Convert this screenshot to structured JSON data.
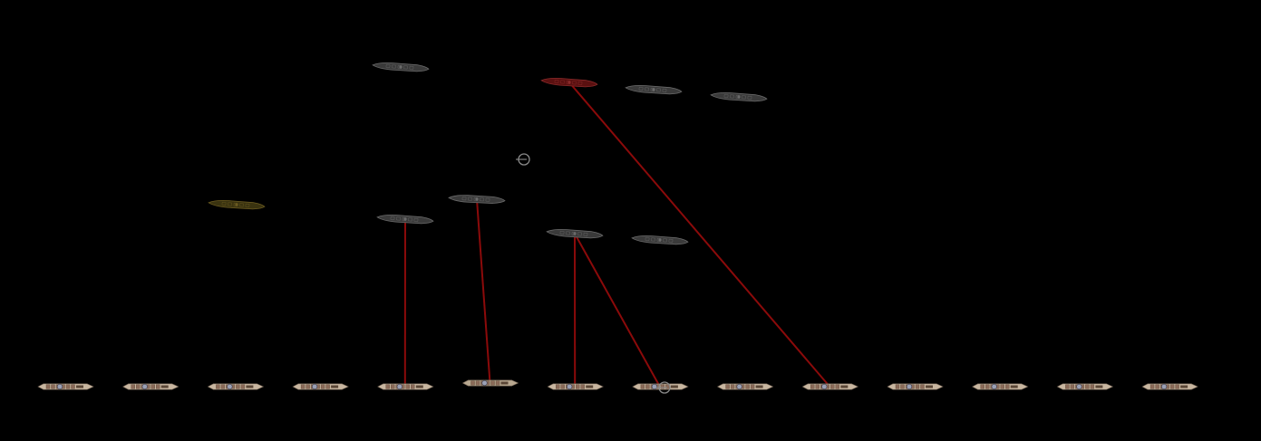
{
  "scene": {
    "background": "#000000"
  },
  "colors": {
    "player_hull": "#c8b6a0",
    "player_hull_dark": "#5a4636",
    "player_deck": "#8a6a58",
    "enemy_hull": "#3a3a3a",
    "enemy_hull_edge": "#6a6a6a",
    "enemy_flagship_hull": "#5a1010",
    "enemy_flagship_edge": "#8a2a2a",
    "enemy_damaged_hull": "#3a3310",
    "enemy_damaged_edge": "#6a5a20",
    "fire_line": "#8b0a0a",
    "reticle": "#8a8a8a"
  },
  "player_fleet": {
    "ship_count": 14,
    "ships": [
      {
        "id": "player-ship-1",
        "state": "idle"
      },
      {
        "id": "player-ship-2",
        "state": "idle"
      },
      {
        "id": "player-ship-3",
        "state": "idle"
      },
      {
        "id": "player-ship-4",
        "state": "idle"
      },
      {
        "id": "player-ship-5",
        "state": "firing"
      },
      {
        "id": "player-ship-6",
        "state": "firing-highlighted"
      },
      {
        "id": "player-ship-7",
        "state": "firing"
      },
      {
        "id": "player-ship-8",
        "state": "firing-targeted"
      },
      {
        "id": "player-ship-9",
        "state": "idle"
      },
      {
        "id": "player-ship-10",
        "state": "firing"
      },
      {
        "id": "player-ship-11",
        "state": "idle"
      },
      {
        "id": "player-ship-12",
        "state": "idle"
      },
      {
        "id": "player-ship-13",
        "state": "idle"
      },
      {
        "id": "player-ship-14",
        "state": "idle"
      }
    ]
  },
  "enemy_fleet": {
    "ship_count": 9,
    "ships": [
      {
        "id": "enemy-ship-a",
        "state": "normal"
      },
      {
        "id": "enemy-ship-b",
        "state": "flagship"
      },
      {
        "id": "enemy-ship-c",
        "state": "normal"
      },
      {
        "id": "enemy-ship-d",
        "state": "normal"
      },
      {
        "id": "enemy-ship-e",
        "state": "damaged"
      },
      {
        "id": "enemy-ship-f",
        "state": "normal"
      },
      {
        "id": "enemy-ship-g",
        "state": "normal"
      },
      {
        "id": "enemy-ship-h",
        "state": "normal"
      },
      {
        "id": "enemy-ship-i",
        "state": "normal"
      }
    ]
  },
  "engagements": [
    {
      "from": "player-ship-5",
      "to": "enemy-ship-f"
    },
    {
      "from": "player-ship-6",
      "to": "enemy-ship-g"
    },
    {
      "from": "player-ship-7",
      "to": "enemy-ship-h"
    },
    {
      "from": "player-ship-8",
      "to": "enemy-ship-h"
    },
    {
      "from": "player-ship-10",
      "to": "enemy-ship-b"
    }
  ],
  "icons": {
    "target_reticle": "crosshair-reticle-icon"
  }
}
